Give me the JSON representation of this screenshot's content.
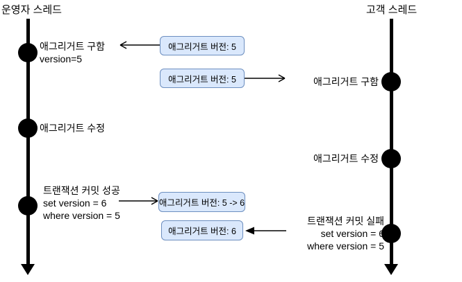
{
  "diagram": {
    "left_thread": {
      "title": "운영자 스레드",
      "events": [
        {
          "lines": [
            "애그리거트 구함",
            "version=5"
          ]
        },
        {
          "lines": [
            "애그리거트 수정"
          ]
        },
        {
          "lines": [
            "트랜잭션 커밋 성공",
            "set version = 6",
            "where version = 5"
          ]
        }
      ]
    },
    "right_thread": {
      "title": "고객 스레드",
      "events": [
        {
          "lines": [
            "애그리거트 구함"
          ]
        },
        {
          "lines": [
            "애그리거트 수정"
          ]
        },
        {
          "lines": [
            "트랜잭션 커밋 실패",
            "set version = 6",
            "where version = 5"
          ]
        }
      ]
    },
    "version_boxes": [
      {
        "label": "애그리거트 버전: 5"
      },
      {
        "label": "애그리거트 버전: 5"
      },
      {
        "label": "애그리거트 버전: 5 -> 6"
      },
      {
        "label": "애그리거트 버전: 6"
      }
    ],
    "colors": {
      "box_fill": "#dae8fc",
      "box_border": "#6c8ebf",
      "line": "#000000",
      "background": "#ffffff"
    }
  }
}
